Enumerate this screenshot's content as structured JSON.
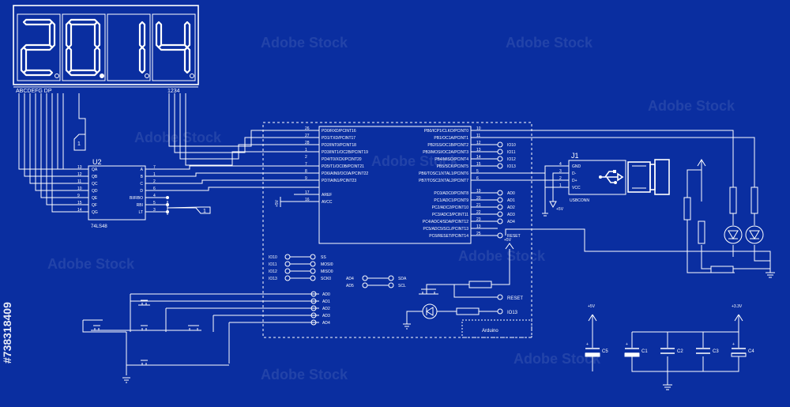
{
  "display": {
    "digits": [
      "2",
      "0",
      "1",
      "4"
    ],
    "segment_label": "ABCDEFG DP",
    "digit_select_label": "1234"
  },
  "u2": {
    "ref": "U2",
    "part": "74LS48",
    "left_pins": [
      {
        "num": "13",
        "name": "QA"
      },
      {
        "num": "12",
        "name": "QB"
      },
      {
        "num": "11",
        "name": "QC"
      },
      {
        "num": "10",
        "name": "QD"
      },
      {
        "num": "9",
        "name": "QE"
      },
      {
        "num": "15",
        "name": "QF"
      },
      {
        "num": "14",
        "name": "QG"
      }
    ],
    "right_pins": [
      {
        "num": "7",
        "name": "A"
      },
      {
        "num": "1",
        "name": "B"
      },
      {
        "num": "2",
        "name": "C"
      },
      {
        "num": "6",
        "name": "D"
      },
      {
        "num": "4",
        "name": "BI/RBO"
      },
      {
        "num": "5",
        "name": "RBI"
      },
      {
        "num": "3",
        "name": "LT"
      }
    ],
    "flag": "1"
  },
  "mcu": {
    "label": "Arduino",
    "left_pins": [
      {
        "num": "26",
        "name": "PD0/RXD/PCINT16"
      },
      {
        "num": "27",
        "name": "PD1/TXD/PCINT17"
      },
      {
        "num": "28",
        "name": "PD2/INT0/PCINT18"
      },
      {
        "num": "1",
        "name": "PD3/INT1/OC2B/PCINT19"
      },
      {
        "num": "2",
        "name": "PD4/T0/XCK/PCINT20"
      },
      {
        "num": "7",
        "name": "PD5/T1/OC0B/PCINT21"
      },
      {
        "num": "8",
        "name": "PD6/AIN0/OC0A/PCINT22"
      },
      {
        "num": "9",
        "name": "PD7/AIN1/PCINT23"
      }
    ],
    "power_pins": [
      {
        "num": "17",
        "name": "AREF"
      },
      {
        "num": "16",
        "name": "AVCC"
      }
    ],
    "right_pins_b": [
      {
        "num": "10",
        "name": "PB0/ICP1/CLKO/PCINT0",
        "net": ""
      },
      {
        "num": "11",
        "name": "PB1/OC1A/PCINT1",
        "net": ""
      },
      {
        "num": "12",
        "name": "PB2/SS/OC1B/PCINT2",
        "net": "IO10"
      },
      {
        "num": "13",
        "name": "PB3/MOSI/OC2A/PCINT3",
        "net": "IO11"
      },
      {
        "num": "14",
        "name": "PB4/MISO/PCINT4",
        "net": "IO12"
      },
      {
        "num": "15",
        "name": "PB5/SCK/PCINT5",
        "net": "IO13"
      },
      {
        "num": "5",
        "name": "PB6/TOSC1/XTAL1/PCINT6",
        "net": ""
      },
      {
        "num": "6",
        "name": "PB7/TOSC2/XTAL2/PCINT7",
        "net": ""
      }
    ],
    "right_pins_c": [
      {
        "num": "19",
        "name": "PC0/ADC0/PCINT8",
        "net": "AD0"
      },
      {
        "num": "20",
        "name": "PC1/ADC1/PCINT9",
        "net": "AD1"
      },
      {
        "num": "21",
        "name": "PC2/ADC2/PCINT10",
        "net": "AD2"
      },
      {
        "num": "22",
        "name": "PC3/ADC3/PCINT11",
        "net": "AD3"
      },
      {
        "num": "23",
        "name": "PC4/ADC4/SDA/PCINT12",
        "net": "AD4"
      },
      {
        "num": "13",
        "name": "PC5/ADC5/SCL/PCINT13",
        "net": ""
      },
      {
        "num": "25",
        "name": "PC6/RESET/PCINT14",
        "net": "RESET"
      }
    ],
    "avcc_supply": "+5V"
  },
  "spi_map": [
    {
      "from": "IO10",
      "to": "SS"
    },
    {
      "from": "IO11",
      "to": "MOSI0"
    },
    {
      "from": "IO12",
      "to": "MISO0"
    },
    {
      "from": "IO13",
      "to": "SCK0"
    }
  ],
  "i2c_map": [
    {
      "from": "AD4",
      "to": "SDA"
    },
    {
      "from": "AD5",
      "to": "SCL"
    }
  ],
  "button_nets": [
    "AD0",
    "AD1",
    "AD2",
    "AD3",
    "AD4"
  ],
  "reset_circuit": {
    "supply": "+5V",
    "net_reset": "RESET",
    "net_io": "IO13"
  },
  "usb": {
    "ref": "J1",
    "part": "USBCONN",
    "pins": [
      {
        "num": "4",
        "name": "GND"
      },
      {
        "num": "3",
        "name": "D-"
      },
      {
        "num": "2",
        "name": "D+"
      },
      {
        "num": "1",
        "name": "VCC"
      }
    ],
    "supply": "+5V"
  },
  "caps": {
    "left_supply": "+5V",
    "right_supply": "+3.3V",
    "items": [
      "C5",
      "C1",
      "C2",
      "C3",
      "C4"
    ]
  },
  "watermark": {
    "text": "Adobe Stock",
    "side_id": "#738318409"
  }
}
